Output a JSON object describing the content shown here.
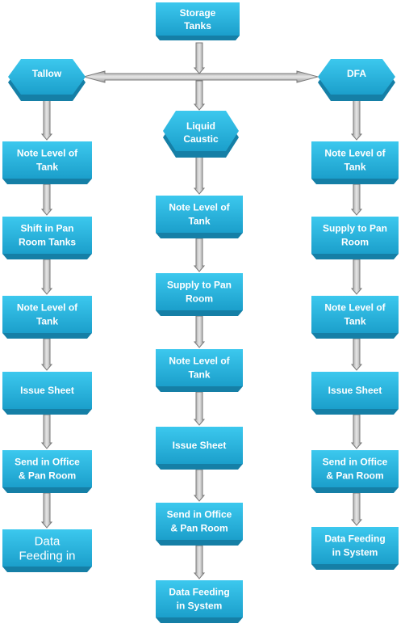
{
  "diagram": {
    "storage_tanks": [
      "Storage",
      "Tanks"
    ],
    "tallow": {
      "header": "Tallow",
      "steps": [
        [
          "Note Level of",
          "Tank"
        ],
        [
          "Shift in Pan",
          "Room Tanks"
        ],
        [
          "Note Level of",
          "Tank"
        ],
        [
          "Issue Sheet"
        ],
        [
          "Send in Office",
          "& Pan Room"
        ],
        [
          "Data",
          "Feeding in"
        ]
      ]
    },
    "liquid_caustic": {
      "header": [
        "Liquid",
        "Caustic"
      ],
      "steps": [
        [
          "Note Level of",
          "Tank"
        ],
        [
          "Supply to Pan",
          "Room"
        ],
        [
          "Note Level of",
          "Tank"
        ],
        [
          "Issue Sheet"
        ],
        [
          "Send in Office",
          "& Pan Room"
        ],
        [
          "Data Feeding",
          "in System"
        ]
      ]
    },
    "dfa": {
      "header": "DFA",
      "steps": [
        [
          "Note Level of",
          "Tank"
        ],
        [
          "Supply to Pan",
          "Room"
        ],
        [
          "Note Level of",
          "Tank"
        ],
        [
          "Issue Sheet"
        ],
        [
          "Send in Office",
          "& Pan Room"
        ],
        [
          "Data Feeding",
          "in System"
        ]
      ]
    },
    "colors": {
      "box_top": "#35c4ec",
      "box_bottom": "#1ea7d2",
      "box_shadow": "#157fa6",
      "arrow_fill": "#c8c8c8",
      "arrow_stroke": "#808080",
      "text": "#ffffff"
    }
  }
}
